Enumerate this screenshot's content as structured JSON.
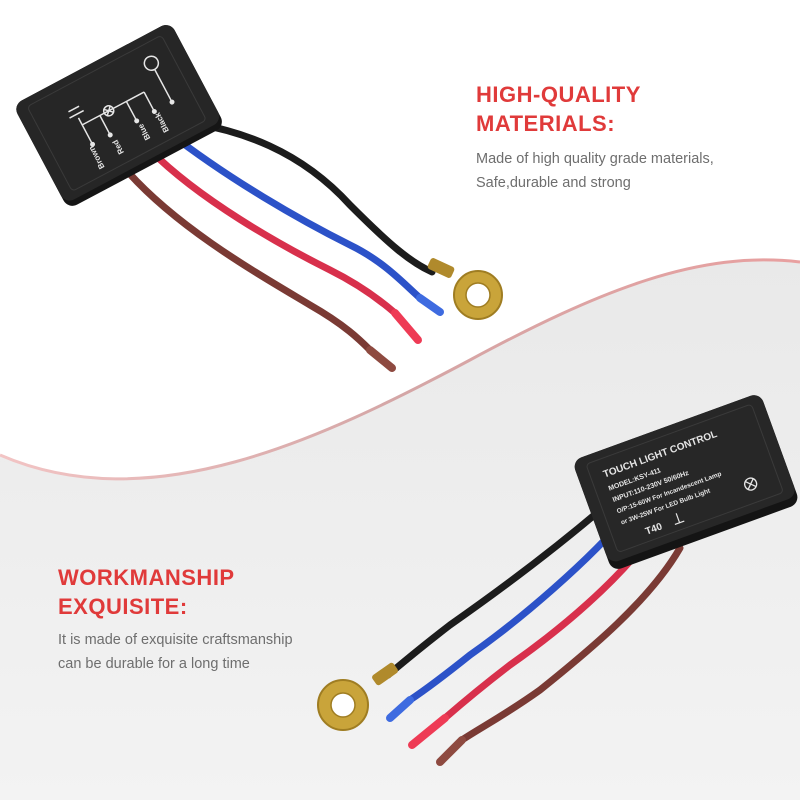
{
  "top_section": {
    "heading_line1": "HIGH-QUALITY",
    "heading_line2": "MATERIALS:",
    "desc_line1": "Made of high quality grade materials,",
    "desc_line2": "Safe,durable and strong"
  },
  "bottom_section": {
    "heading_line1": "WORKMANSHIP",
    "heading_line2": "EXQUISITE:",
    "desc_line1": "It is made of exquisite craftsmanship",
    "desc_line2": "can be durable for a long time"
  },
  "module_top": {
    "wire_labels": {
      "brown": "Brown",
      "red": "Red",
      "blue": "Blue",
      "black": "Black"
    }
  },
  "module_bottom": {
    "title": "TOUCH LIGHT CONTROL",
    "model": "MODEL:KSY-411",
    "input": "INPUT:110-230V 50/60Hz",
    "output1": "O/P:15-60W For Incandescent Lamp",
    "output2": "or 3W-25W For LED Bulb Light",
    "temp": "T40"
  },
  "colors": {
    "accent": "#e03a3a",
    "desc_text": "#6e6e6e",
    "wire_black": "#1c1c1c",
    "wire_blue": "#2c52c8",
    "wire_red": "#d8304c",
    "wire_brown": "#7a3a34",
    "ring_terminal": "#c9a43a"
  }
}
